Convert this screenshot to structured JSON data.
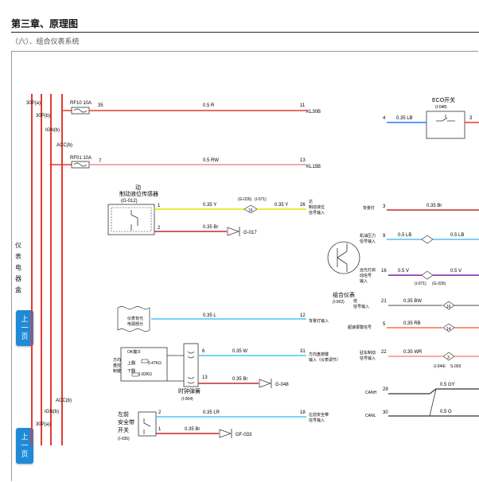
{
  "header": {
    "title": "第三章、原理图",
    "subtitle": "（六）、组合仪表系统"
  },
  "side_label": [
    "仪",
    "表",
    "电",
    "器",
    "盒"
  ],
  "nav": {
    "prev_top": [
      "上",
      "一",
      "页"
    ],
    "prev_bottom": [
      "上",
      "一",
      "页"
    ]
  },
  "power_rails": [
    "30P(a)",
    "30P(b)",
    "IGN(b)",
    "ACC(b)",
    "ACC(b)",
    "IGN(b)",
    "30P(a)"
  ],
  "fuses": [
    {
      "name": "RF10 10A",
      "pin": "35"
    },
    {
      "name": "RF01 10A",
      "pin": "7"
    }
  ],
  "wires": {
    "kl30_wire": "0.5 R",
    "kl15_wire": "0.5 RW",
    "brake_sig_a": "0.35 Y",
    "brake_sig_b": "0.35 Y",
    "brake_gnd": "0.35 Br",
    "backlight": "0.35 L",
    "clock_sig": "0.35 W",
    "clock_gnd": "0.35 Br",
    "belt_sig": "0.35 LR",
    "belt_gnd": "0.35 Br",
    "eco": "0.35 LB",
    "left_a": "0.35 Br",
    "oil_a": "0.5 LB",
    "oil_b": "0.5 LB",
    "hbeam": "0.5 V",
    "hbeam_b": "0.5 V",
    "r21": "0.35 BW",
    "r5": "0.35 RB",
    "r22": "0.35 WR",
    "canh": "0.5 GY",
    "canl": "0.5 G"
  },
  "pins": {
    "kl30": "11",
    "kl15": "13",
    "brake": "26",
    "backlight": "12",
    "clock_box": "31",
    "belt": "18",
    "brake_sensor_1": "1",
    "brake_sensor_2": "2",
    "clock_6": "6",
    "clock_13": "13",
    "belt_2": "2",
    "belt_1": "1",
    "eco_in": "4",
    "eco_out": "3",
    "left_in": "3",
    "oil": "9",
    "hbeam": "16",
    "r21": "21",
    "r5": "5",
    "r22": "22",
    "canh": "29",
    "canl": "30"
  },
  "connectors": {
    "g_b26": "(G-026)",
    "i_071": "(I-071)",
    "i_071b": "(I-071)",
    "g_026b": "(G-026)",
    "i_044": "(I-044)",
    "s_003": "S-003",
    "eco_conn": "(I-048)",
    "j17": "16",
    "j14": "14",
    "j3": "3"
  },
  "labels": {
    "kl30": "KL30B",
    "kl15": "KL15B",
    "brake_sensor_title": "制动液位传感器",
    "brake_sensor_prefix": "动",
    "brake_sensor_id": "(G-012)",
    "brake_gnd_id": "G-017",
    "brake_in_1": "制动液位",
    "brake_in_2": "信号输入",
    "brake_in_0": "达",
    "backlight_src_1": "仪表背光",
    "backlight_src_2": "电源部分",
    "backlight_in": "背景灯输入",
    "clock_ok": "OK键/3",
    "clock_up": "上翻",
    "clock_down": "下翻",
    "clock_r1": "0.47KΩ",
    "clock_r2": "1.82KΩ",
    "clock_side_1": "方向",
    "clock_side_2": "盘控",
    "clock_side_3": "制键",
    "clock_in_1": "方向盘按键",
    "clock_in_2": "输入（仪表调节）",
    "clock_spring": "时钟弹簧",
    "clock_spring_id": "(I-004)",
    "clock_gnd_id": "G-048",
    "belt_title_1": "左前",
    "belt_title_2": "安全带",
    "belt_title_3": "开关",
    "belt_id": "(I-035)",
    "belt_gnd_id": "GF-033",
    "belt_in_1": "左前安全带",
    "belt_in_2": "信号输入",
    "cluster_title": "组合仪表",
    "cluster_id": "(I-002)",
    "eco_title": "ECO开关",
    "eco_id": "(I-048)",
    "left_1": "背景灯",
    "oil_1": "机油压力",
    "oil_2": "信号输入",
    "hbeam_1": "远光灯启",
    "hbeam_2": "动信号",
    "hbeam_3": "输入",
    "r21_1": "低",
    "r21_2": "信号输入",
    "r5_1": "超速报警信号",
    "r22_1": "驻车制动",
    "r22_2": "信号输入",
    "canh": "CANH",
    "canl": "CANL"
  }
}
